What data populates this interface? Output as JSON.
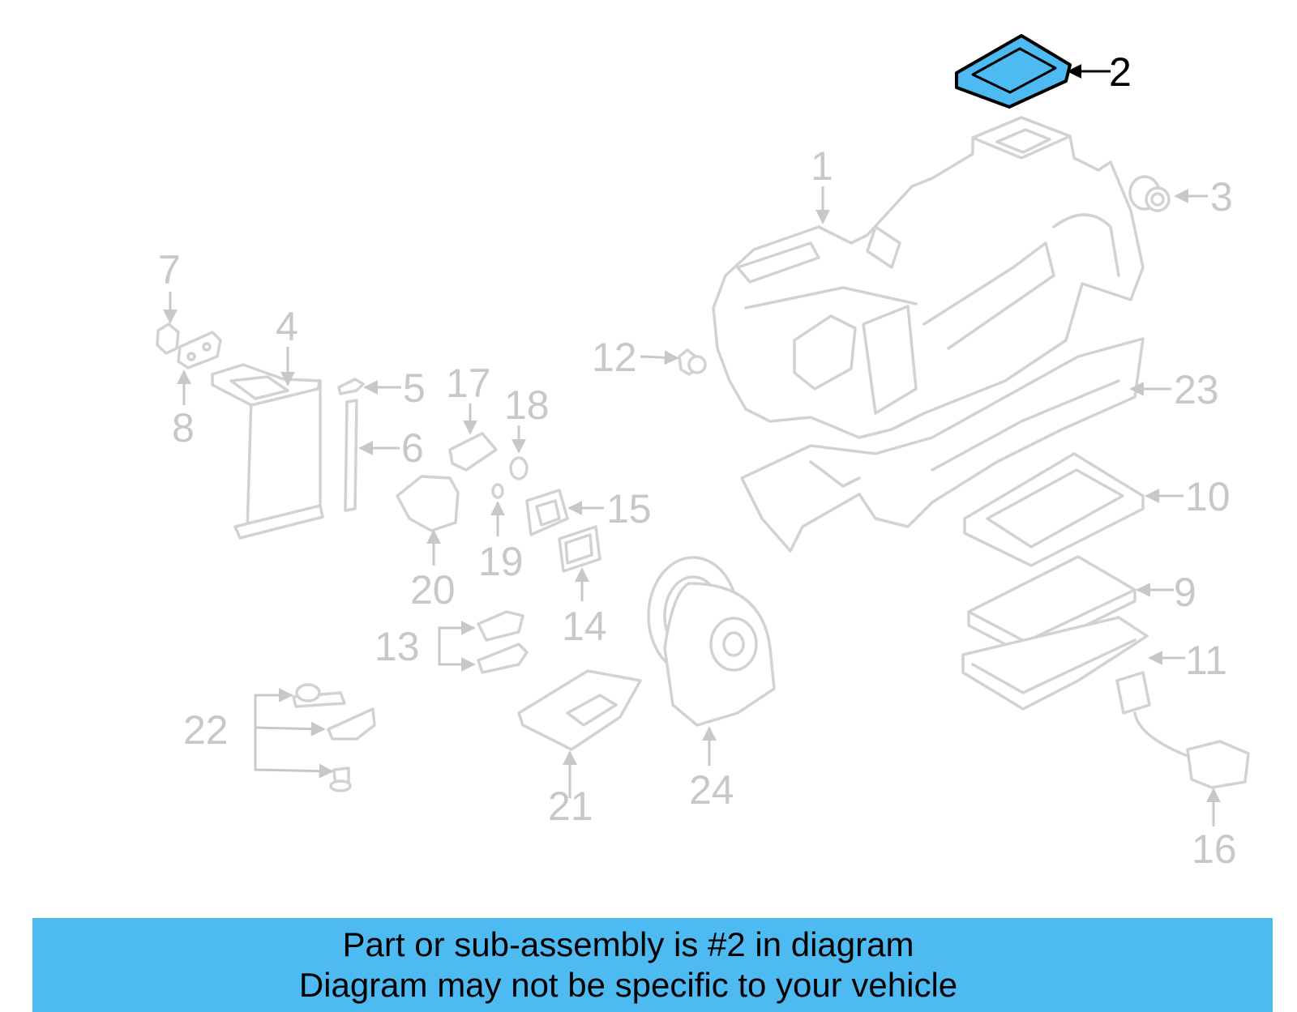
{
  "diagram": {
    "highlight_color": "#4dbbf2",
    "part_stroke_color": "#d2d2d2",
    "label_color": "#c8c8c8",
    "highlighted_part": "2",
    "callouts": [
      "1",
      "2",
      "3",
      "4",
      "5",
      "6",
      "7",
      "8",
      "9",
      "10",
      "11",
      "12",
      "13",
      "14",
      "15",
      "16",
      "17",
      "18",
      "19",
      "20",
      "21",
      "22",
      "23",
      "24"
    ]
  },
  "banner": {
    "line1": "Part or sub-assembly is #2 in diagram",
    "line2": "Diagram may not be specific to your vehicle",
    "background_color": "#4dbbf2"
  }
}
